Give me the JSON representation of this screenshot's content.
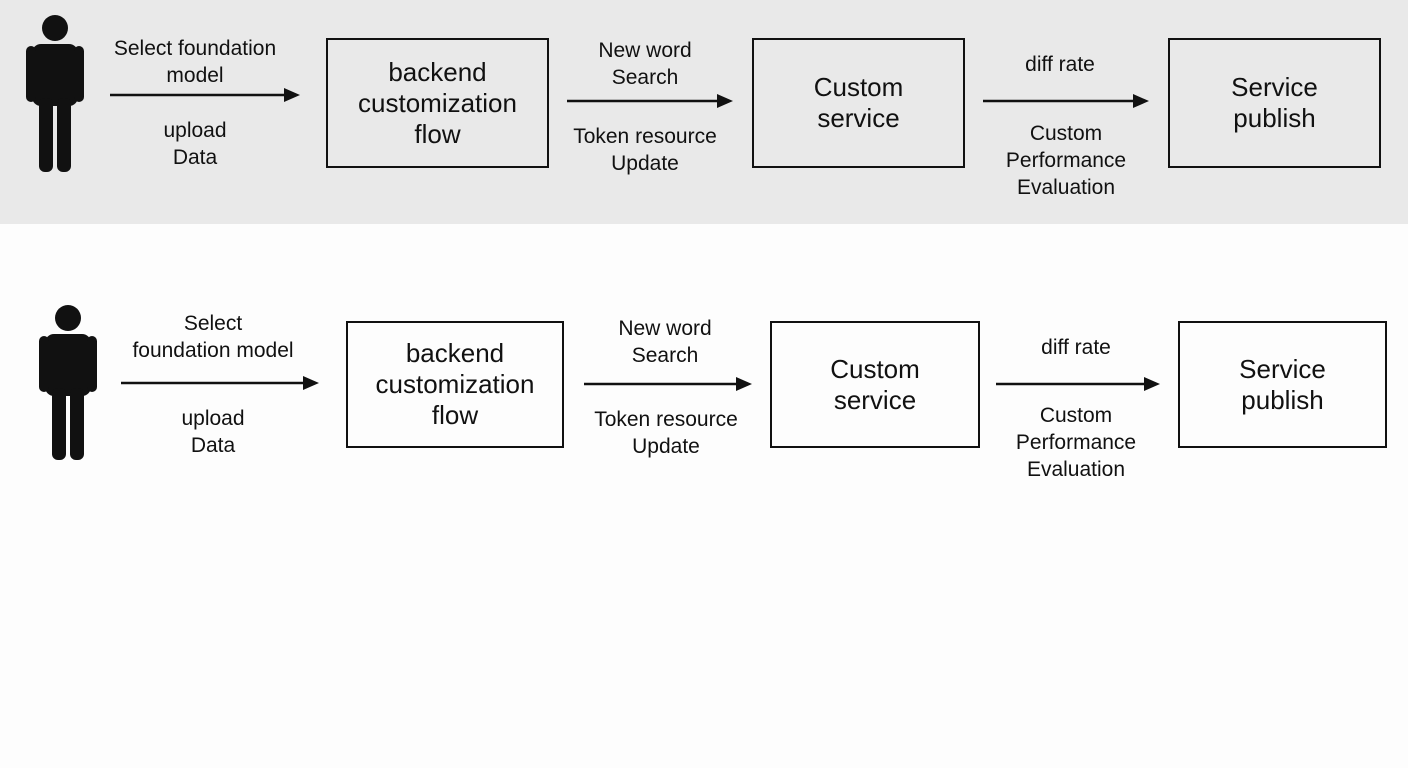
{
  "colors": {
    "top_panel_bg": "#e9e9e9",
    "bottom_panel_bg": "#fdfdfd",
    "ink": "#111111"
  },
  "top": {
    "person_icon": "person-icon",
    "step1_above": [
      "Select foundation",
      "model"
    ],
    "step1_below": [
      "upload",
      "Data"
    ],
    "box1": [
      "backend",
      "customization",
      "flow"
    ],
    "step2_above": [
      "New word",
      "Search"
    ],
    "step2_below": [
      "Token resource",
      "Update"
    ],
    "box2": [
      "Custom",
      "service"
    ],
    "step3_above": [
      "diff rate"
    ],
    "step3_below": [
      "Custom",
      "Performance",
      "Evaluation"
    ],
    "box3": [
      "Service",
      "publish"
    ]
  },
  "bottom": {
    "person_icon": "person-icon",
    "step1_above": [
      "Select",
      "foundation model"
    ],
    "step1_below": [
      "upload",
      "Data"
    ],
    "box1": [
      "backend",
      "customization",
      "flow"
    ],
    "step2_above": [
      "New word",
      "Search"
    ],
    "step2_below": [
      "Token resource",
      "Update"
    ],
    "box2": [
      "Custom",
      "service"
    ],
    "step3_above": [
      "diff rate"
    ],
    "step3_below": [
      "Custom",
      "Performance",
      "Evaluation"
    ],
    "box3": [
      "Service",
      "publish"
    ]
  }
}
